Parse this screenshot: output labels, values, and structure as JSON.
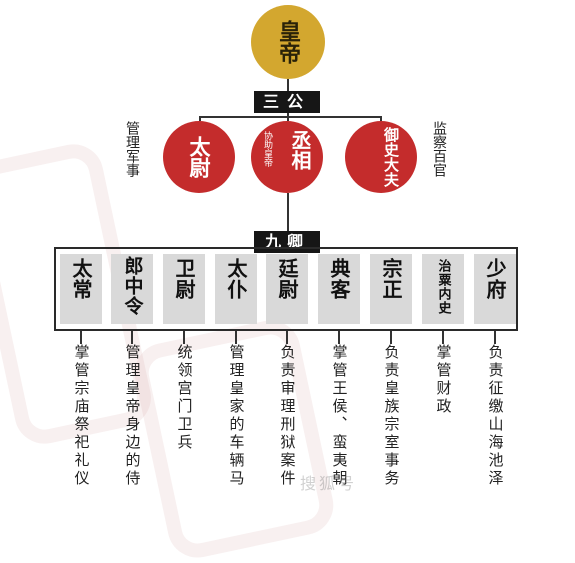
{
  "emperor": {
    "label": "皇帝"
  },
  "sangong": {
    "label": "三公",
    "ministers": [
      {
        "name": "太尉",
        "side_note": "管理军事"
      },
      {
        "name": "丞相",
        "note": "协助皇帝"
      },
      {
        "name": "御史大夫",
        "side_note": "监察百官"
      }
    ]
  },
  "jiuqing": {
    "label": "九卿",
    "items": [
      {
        "name": "太常",
        "duty": "掌管宗庙祭祀礼仪"
      },
      {
        "name": "郎中令",
        "duty": "管理皇帝身边的侍"
      },
      {
        "name": "卫尉",
        "duty": "统领宫门卫兵"
      },
      {
        "name": "太仆",
        "duty": "管理皇家的车辆马"
      },
      {
        "name": "廷尉",
        "duty": "负责审理刑狱案件"
      },
      {
        "name": "典客",
        "duty": "掌管王侯、蛮夷朝"
      },
      {
        "name": "宗正",
        "duty": "负责皇族宗室事务"
      },
      {
        "name": "治粟内史",
        "duty": "掌管财政"
      },
      {
        "name": "少府",
        "duty": "负责征缴山海池泽"
      }
    ]
  },
  "watermark": "搜狐号",
  "colors": {
    "gold": "#d3a72f",
    "red": "#c42c2c",
    "bar": "#161616",
    "box": "#d9d9d9"
  }
}
